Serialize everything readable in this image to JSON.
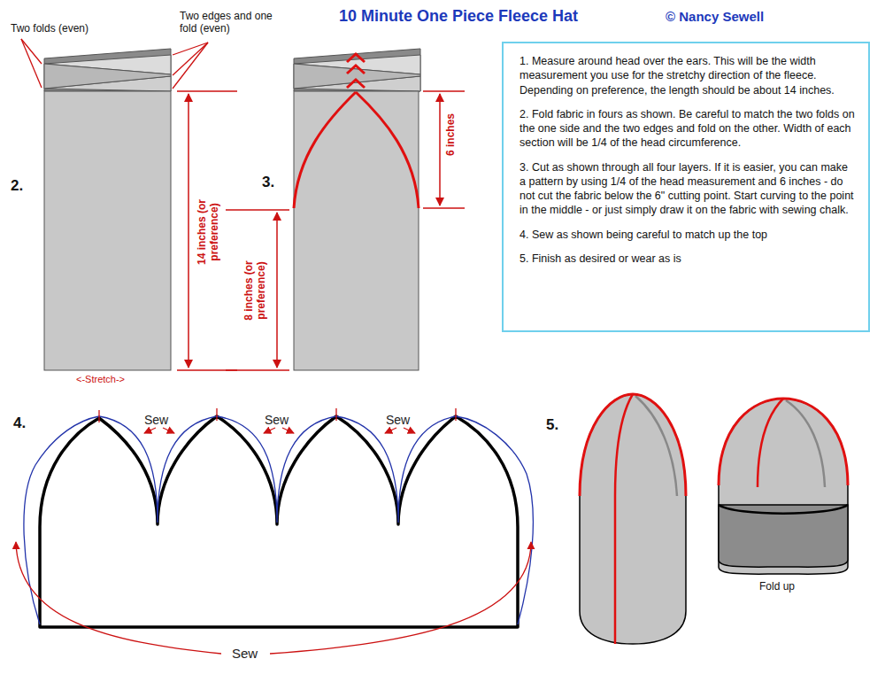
{
  "diagram": {
    "title": "10 Minute One Piece Fleece Hat",
    "nodes": [
      {
        "text": [
          "1.  Measure around head over the ears.  This will be the width measurement you use for the stretchy direction of the fleece.  Depending on preference, the length should be about 14 inches.",
          "2.  Fold fabric in fours as shown.  Be careful to match the two folds on the one side and the two edges and fold on the other.  Width of each section will be 1/4 of the head circumference.",
          "3.  Cut as shown through all four layers.  If it is easier, you can make a pattern by using 1/4 of the head measurement and  6 inches - do not cut the fabric below the  6\" cutting point.  Start curving to the point in the middle - or just simply draw it on the fabric with sewing chalk.",
          "4.  Sew as shown being careful to match up the top",
          "5.  Finish as desired or wear as is"
        ]
      }
    ],
    "labels": [
      "© Nancy Sewell",
      "Two folds (even)",
      "Two edges and one fold (even)",
      "2.",
      "14 inches (or preference)",
      "<-Stretch->",
      "3.",
      "6 inches",
      "8 inches (or preference)",
      "4.",
      "Sew",
      "Sew",
      "Sew",
      "Sew",
      "5.",
      "Fold up"
    ]
  }
}
